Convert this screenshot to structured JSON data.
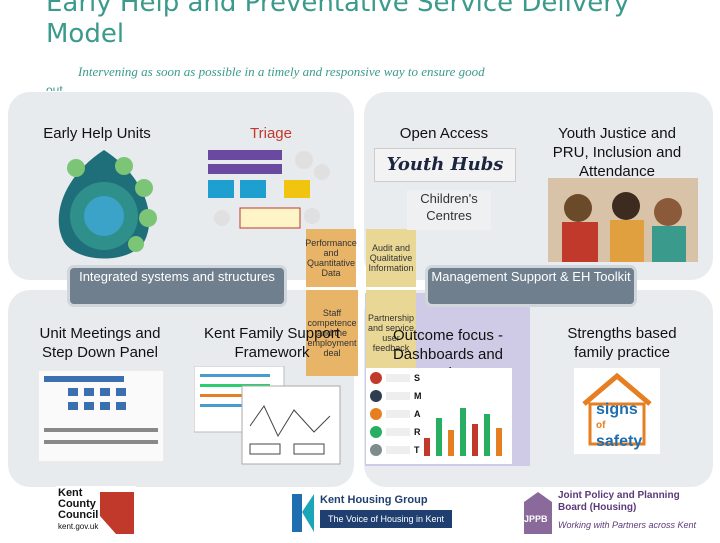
{
  "title": {
    "line1": "Early Help and Preventative Service Delivery",
    "line2": "Model"
  },
  "subtitle": "Intervening as soon as possible in a timely and responsive way to ensure good",
  "subtitle_cut": "out",
  "columns": {
    "early_help_units": "Early Help Units",
    "triage": "Triage",
    "open_access": "Open Access",
    "youth_justice": "Youth Justice and PRU, Inclusion and Attendance",
    "unit_meetings": "Unit Meetings and Step Down Panel",
    "kent_family": "Kent Family Support Framework",
    "outcome_focus": "Outcome focus - Dashboards and Trackers",
    "strengths": "Strengths based family practice"
  },
  "youth_hubs": "Youth Hubs",
  "childrens_centres": "Children's Centres",
  "integrated_systems": "Integrated systems and structures",
  "management_support": "Management Support & EH Toolkit",
  "hub": {
    "performance": "Performance and Quantitative Data",
    "audit": "Audit and Qualitative Information",
    "staff": "Staff competence and the employment deal",
    "partnership": "Partnership and service user feedback"
  },
  "smart_letters": [
    "S",
    "M",
    "A",
    "R",
    "T"
  ],
  "signs_of_safety": {
    "line1": "signs",
    "line2": "of",
    "line3": "safety"
  },
  "footer": {
    "kcc": {
      "line1": "Kent",
      "line2": "County",
      "line3": "Council",
      "line4": "kent.gov.uk"
    },
    "khg": {
      "name": "Kent Housing Group",
      "tagline": "The Voice of Housing in Kent"
    },
    "jppb": {
      "name1": "Joint Policy and Planning",
      "name2": "Board (Housing)",
      "tagline": "Working with Partners across Kent",
      "badge": "JPPB"
    }
  },
  "colors": {
    "teal": "#3a9a8c",
    "panel": "#e8ebee",
    "red_label": "#c0392b",
    "hub_orange": "#e7b468",
    "hub_yellow": "#e9d796",
    "lavender": "#cfcbe6",
    "pill": "#6f7f8e"
  }
}
